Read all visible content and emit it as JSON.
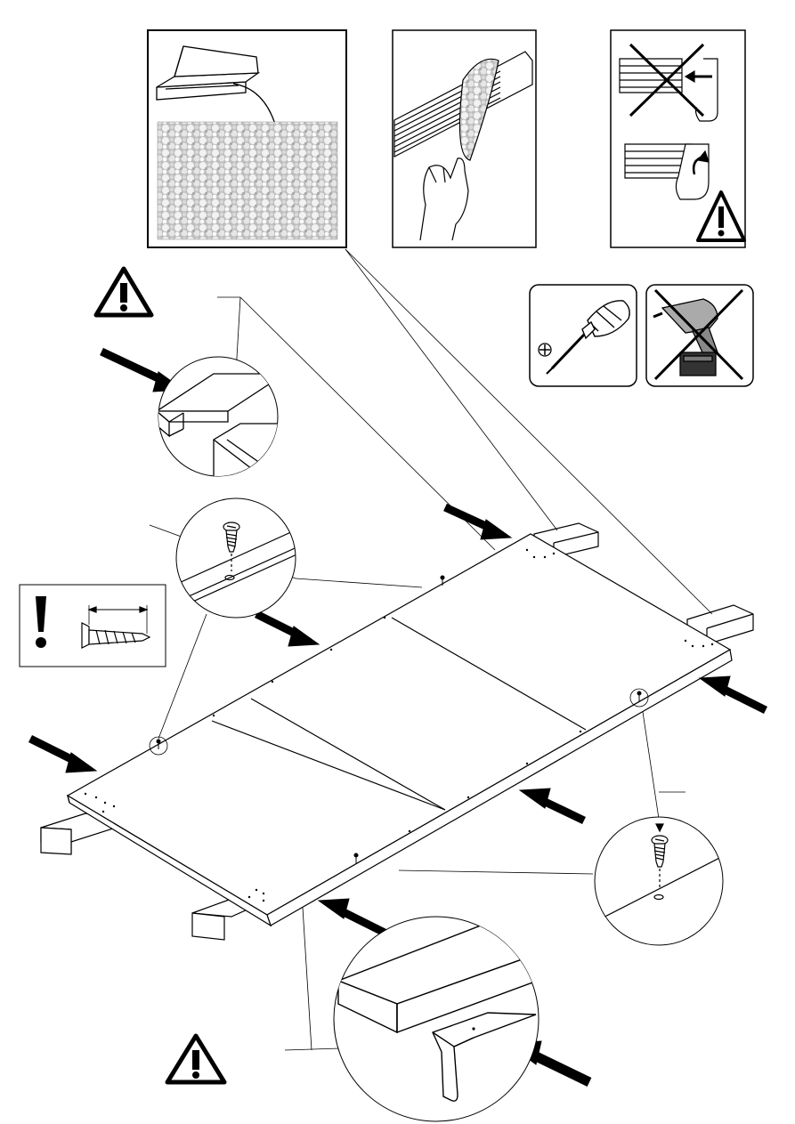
{
  "page": {
    "background": "#ffffff",
    "ink": "#000000",
    "foam_color": "#cfcfcf"
  },
  "top_panels": [
    {
      "name": "packaging-foam-panel",
      "icon": "box-with-foam-icon"
    },
    {
      "name": "peel-protective-film-panel",
      "icon": "peel-film-hand-icon"
    },
    {
      "name": "edge-film-warning-panel",
      "icon": "crossed-edge-pull-icon",
      "warning": "warning-triangle-icon"
    }
  ],
  "tools": [
    {
      "name": "phillips-screwdriver-panel",
      "icon": "screwdriver-icon",
      "symbol": "phillips-plus-icon",
      "allowed": true
    },
    {
      "name": "power-drill-forbidden-panel",
      "icon": "cordless-drill-icon",
      "allowed": false
    }
  ],
  "callouts": {
    "screw_length_note": {
      "icon": "exclamation-icon",
      "screw": "flat-head-screw-icon"
    },
    "warnings": [
      "warning-triangle-icon",
      "warning-triangle-icon",
      "warning-triangle-icon"
    ]
  },
  "assembly": {
    "parts": [
      "panel",
      "edge-rail",
      "edge-profile-clip",
      "support-beam",
      "screw"
    ],
    "instruction": "attach-clip-profile-and-screw"
  }
}
